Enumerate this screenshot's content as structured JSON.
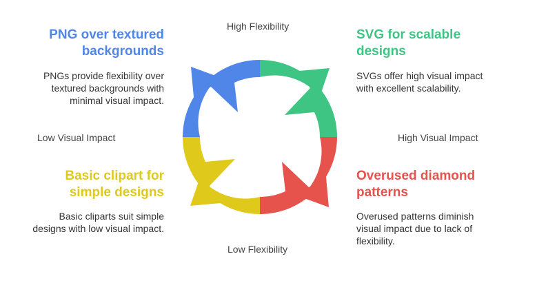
{
  "axes": {
    "top": "High Flexibility",
    "bottom": "Low Flexibility",
    "left": "Low Visual Impact",
    "right": "High Visual Impact"
  },
  "quadrants": {
    "top_left": {
      "title": "PNG over textured backgrounds",
      "description": "PNGs provide flexibility over textured backgrounds with minimal visual impact.",
      "color": "#4f86e8"
    },
    "top_right": {
      "title": "SVG for scalable designs",
      "description": "SVGs offer high visual impact with excellent scalability.",
      "color": "#3ec583"
    },
    "bottom_left": {
      "title": "Basic clipart for simple designs",
      "description": "Basic cliparts suit simple designs with low visual impact.",
      "color": "#dfca1c"
    },
    "bottom_right": {
      "title": "Overused diamond patterns",
      "description": "Overused patterns diminish visual impact due to lack of flexibility.",
      "color": "#e6524c"
    }
  }
}
